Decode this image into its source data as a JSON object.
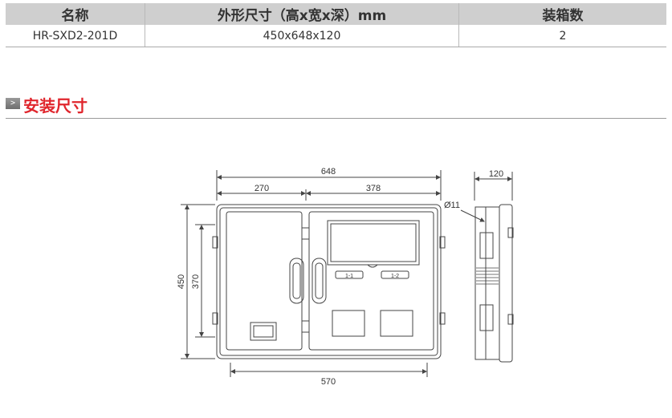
{
  "spec_table": {
    "headers": [
      "名称",
      "外形尺寸（高x宽x深）mm",
      "装箱数"
    ],
    "rows": [
      [
        "HR-SXD2-201D",
        "450x648x120",
        "2"
      ]
    ]
  },
  "section": {
    "title": "安装尺寸",
    "marker_glyph": ">"
  },
  "drawing": {
    "dims": {
      "width_total": "648",
      "width_left": "270",
      "width_right": "378",
      "depth": "120",
      "hole": "Ø11",
      "height_total": "450",
      "height_inner": "370",
      "mount_width": "570"
    },
    "breaker_labels": [
      "1-1",
      "1-2"
    ]
  },
  "colors": {
    "accent": "#e0262d",
    "header_bg": "#cfcfcf",
    "line": "#444444"
  }
}
